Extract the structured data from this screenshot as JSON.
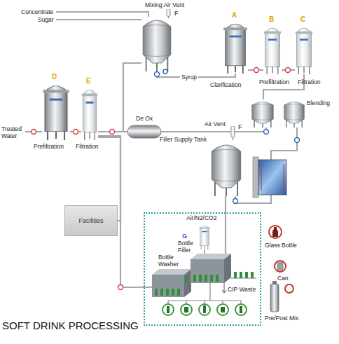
{
  "diagram": {
    "title": "SOFT DRINK PROCESSING",
    "nodes": [
      {
        "text": [
          "Mixing Air Vent",
          "F"
        ]
      },
      {
        "text": [
          "A",
          "Clarification"
        ]
      },
      {
        "text": [
          "B",
          "Prefiltration"
        ]
      },
      {
        "text": [
          "C",
          "Filtration"
        ]
      },
      {
        "text": [
          "Blending"
        ]
      },
      {
        "text": [
          "D",
          "Prefiltration"
        ]
      },
      {
        "text": [
          "E",
          "Filtration"
        ]
      },
      {
        "text": [
          "De Ox"
        ]
      },
      {
        "text": [
          "Air Vent",
          "F",
          "Filler Supply Tank"
        ]
      },
      {
        "text": [
          "Facilities"
        ]
      },
      {
        "text": [
          "CIP Waste"
        ]
      },
      {
        "text": [
          "Bottle Washer"
        ],
        "in": 10
      },
      {
        "text": [
          "Air/N2/CO2",
          "G",
          "Bottle Filler"
        ],
        "in": 10
      }
    ],
    "edges": [
      {
        "from": 0,
        "to": 1,
        "label": "Syrup",
        "arrow": "none"
      },
      {
        "from": 1,
        "to": 2,
        "arrow": "none"
      },
      {
        "from": 2,
        "to": 3,
        "arrow": "none"
      },
      {
        "from": 3,
        "to": 4,
        "arrow": "none"
      },
      {
        "from": 5,
        "to": 6,
        "arrow": "none"
      },
      {
        "from": 6,
        "to": 7,
        "arrow": "none"
      },
      {
        "from": 6,
        "to": 0,
        "arrow": "none"
      },
      {
        "from": 7,
        "to": 4,
        "arrow": "none"
      },
      {
        "from": 4,
        "to": 8,
        "arrow": "none"
      },
      {
        "from": 8,
        "to": 12,
        "arrow": "none"
      },
      {
        "from": 6,
        "to": 9,
        "arrow": "none"
      },
      {
        "from": 6,
        "to": 11,
        "arrow": "none"
      }
    ],
    "labels": [
      "Concentrate",
      "Sugar",
      "Treated Water",
      "Glass Bottle",
      "Can",
      "Pre/Post Mix"
    ]
  }
}
